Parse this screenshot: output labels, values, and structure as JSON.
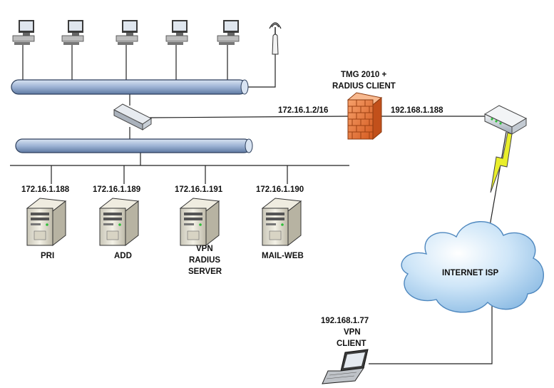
{
  "firewall": {
    "title_line1": "TMG 2010 +",
    "title_line2": "RADIUS CLIENT",
    "internal_ip": "172.16.1.2/16",
    "external_ip": "192.168.1.188"
  },
  "servers": [
    {
      "ip": "172.16.1.188",
      "name": [
        "PRI"
      ]
    },
    {
      "ip": "172.16.1.189",
      "name": [
        "ADD"
      ]
    },
    {
      "ip": "172.16.1.191",
      "name": [
        "VPN",
        "RADIUS",
        "SERVER"
      ]
    },
    {
      "ip": "172.16.1.190",
      "name": [
        "MAIL-WEB"
      ]
    }
  ],
  "cloud": {
    "label": "INTERNET ISP"
  },
  "vpn_client": {
    "ip": "192.168.1.77",
    "line1": "VPN",
    "line2": "CLIENT"
  },
  "workstation_count": 5,
  "colors": {
    "bus": "#9db3d4",
    "firewall": "#e8733a",
    "cloud": "#a9cfee",
    "lightning": "#e9ee2a"
  }
}
